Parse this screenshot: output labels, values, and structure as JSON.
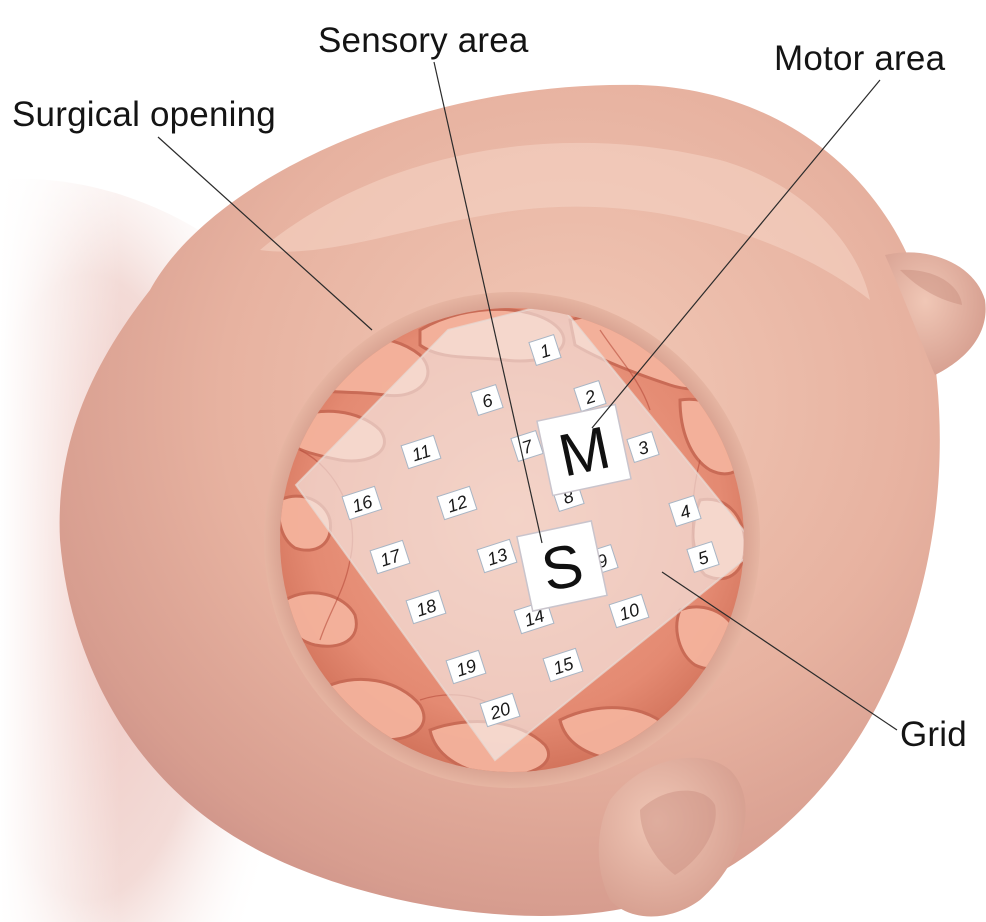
{
  "labels": {
    "sensory_area": "Sensory area",
    "motor_area": "Motor area",
    "surgical_opening": "Surgical opening",
    "grid": "Grid"
  },
  "grid_electrodes": [
    "1",
    "2",
    "3",
    "4",
    "5",
    "6",
    "7",
    "8",
    "9",
    "10",
    "11",
    "12",
    "13",
    "14",
    "15",
    "16",
    "17",
    "18",
    "19",
    "20"
  ],
  "markers": {
    "motor": "M",
    "sensory": "S"
  },
  "colors": {
    "skin": "#e7b6a4",
    "skin_shadow": "#c98f80",
    "brain": "#e68a74",
    "brain_highlight": "#f7c9b6",
    "grid_sheet": "#f3ece8",
    "leader_line": "#2b2b2b"
  }
}
